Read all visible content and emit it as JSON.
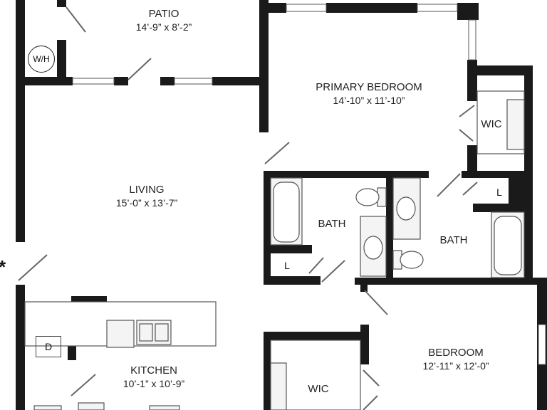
{
  "rooms": {
    "patio": {
      "name": "PATIO",
      "dims": "14’-9” x 8’-2”"
    },
    "primary_bedroom": {
      "name": "PRIMARY BEDROOM",
      "dims": "14’-10” x 11’-10”"
    },
    "living": {
      "name": "LIVING",
      "dims": "15’-0” x 13’-7”"
    },
    "kitchen": {
      "name": "KITCHEN",
      "dims": "10’-1” x 10’-9”"
    },
    "bedroom": {
      "name": "BEDROOM",
      "dims": "12’-11” x 12’-0”"
    },
    "bath_left": {
      "name": "BATH"
    },
    "bath_right": {
      "name": "BATH"
    },
    "wic_primary": {
      "name": "WIC"
    },
    "wic_bedroom": {
      "name": "WIC"
    }
  },
  "fixtures": {
    "water_heater": "W/H",
    "dryer": "D",
    "linen_left": "L",
    "linen_right": "L",
    "entry_marker": "*"
  },
  "colors": {
    "wall": "#1a1a1a",
    "fixture_line": "#555555",
    "fixture_fill": "#f2f2f2"
  }
}
